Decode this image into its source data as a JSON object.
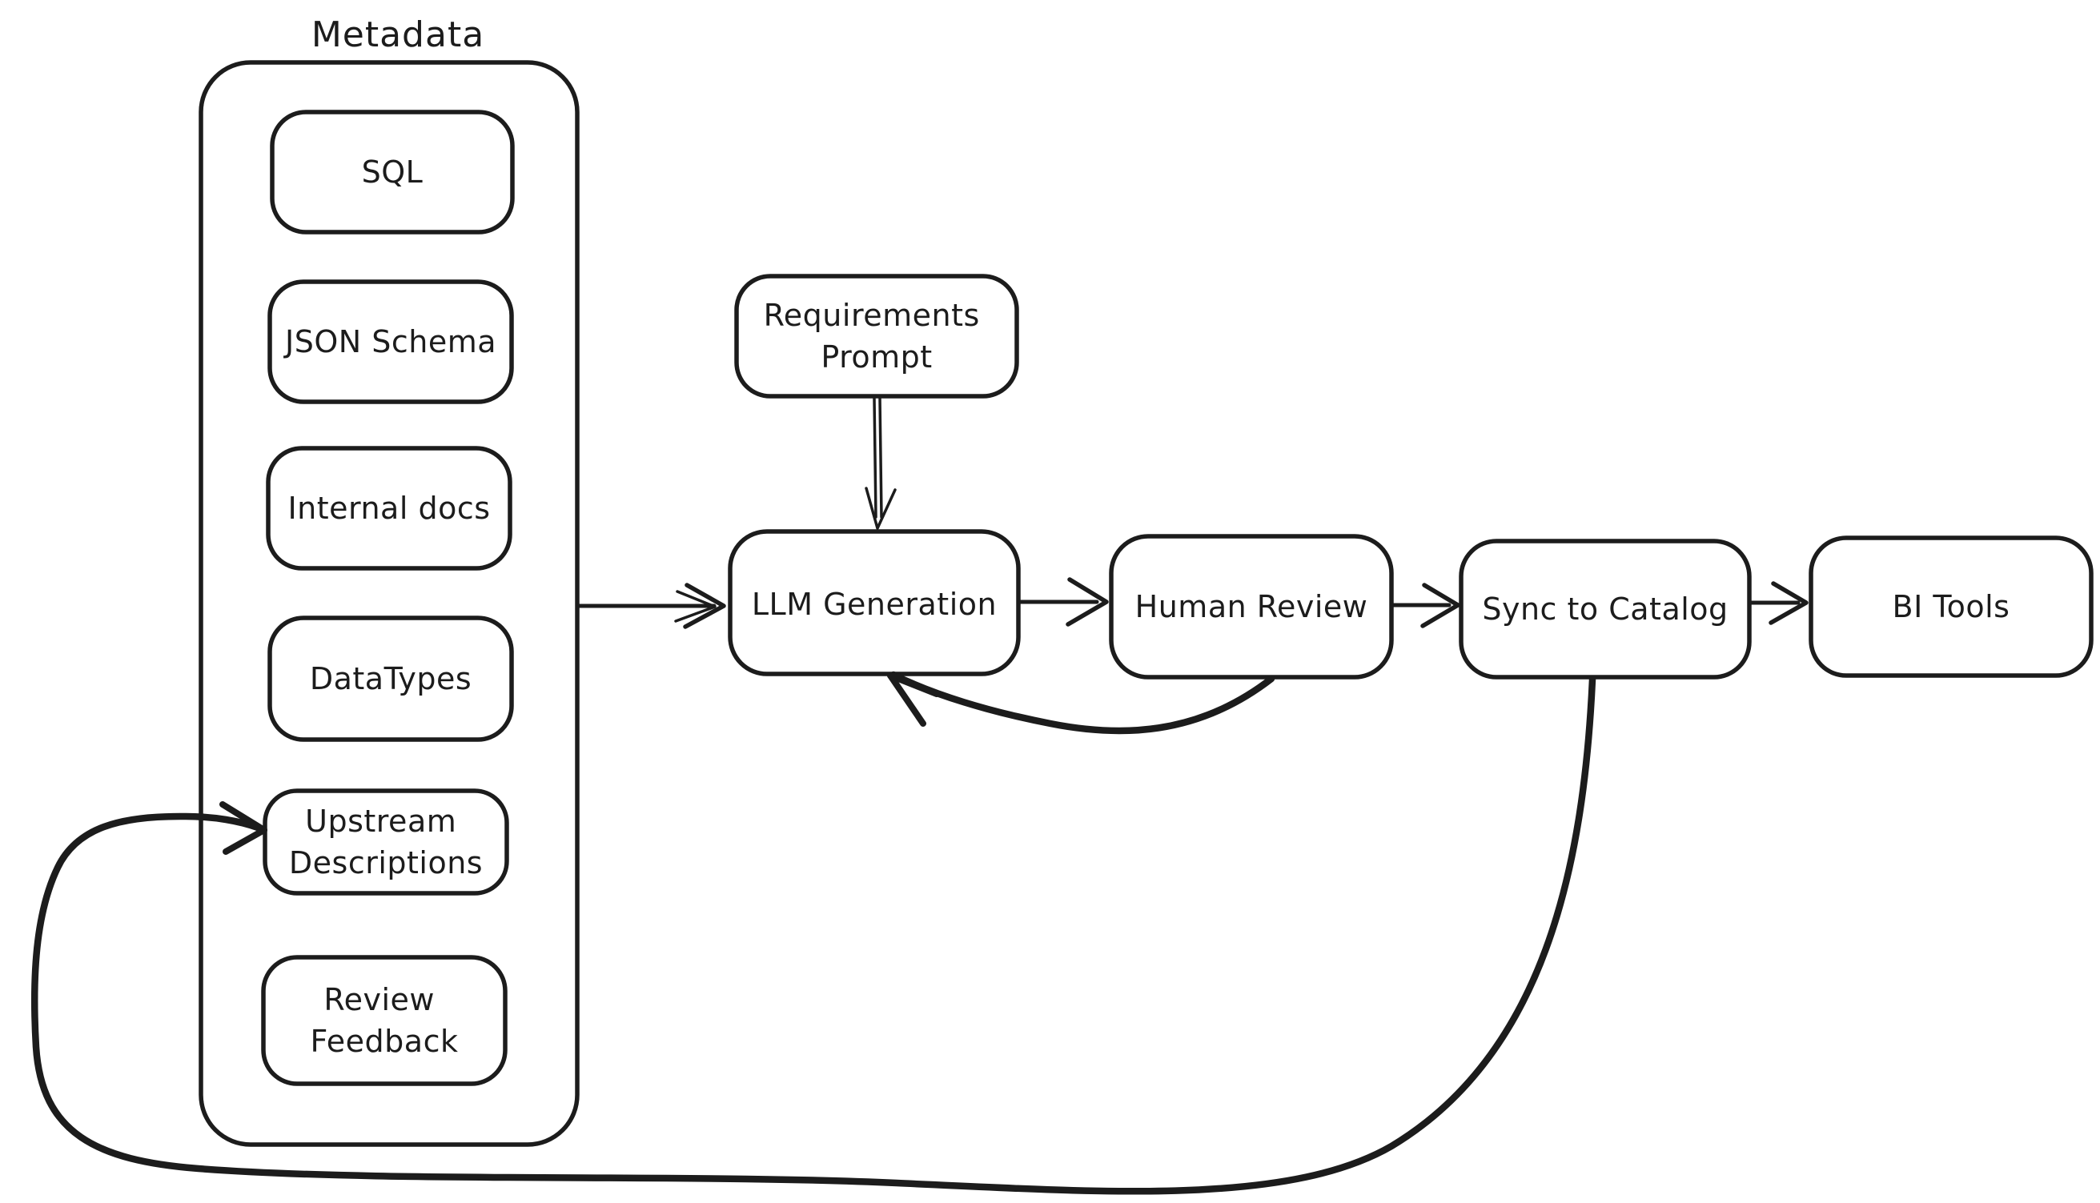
{
  "diagram": {
    "background_color": "#ffffff",
    "ink_color": "#1c1c1c",
    "style": "hand-drawn flowchart",
    "group": {
      "label": "Metadata"
    },
    "metadata_sources": {
      "sql": "SQL",
      "json_schema": "JSON Schema",
      "internal_docs": "Internal docs",
      "datatypes": "DataTypes",
      "upstream_line1": "Upstream",
      "upstream_line2": "Descriptions",
      "review_line1": "Review",
      "review_line2": "Feedback"
    },
    "pipeline": {
      "requirements_line1": "Requirements",
      "requirements_line2": "Prompt",
      "llm_generation": "LLM Generation",
      "human_review": "Human Review",
      "sync_to_catalog": "Sync to Catalog",
      "bi_tools": "BI Tools"
    },
    "edges": [
      {
        "from": "Requirements Prompt",
        "to": "LLM Generation",
        "type": "forward"
      },
      {
        "from": "Metadata",
        "to": "LLM Generation",
        "type": "forward"
      },
      {
        "from": "LLM Generation",
        "to": "Human Review",
        "type": "forward"
      },
      {
        "from": "Human Review",
        "to": "LLM Generation",
        "type": "feedback"
      },
      {
        "from": "Human Review",
        "to": "Sync to Catalog",
        "type": "forward"
      },
      {
        "from": "Sync to Catalog",
        "to": "BI Tools",
        "type": "forward"
      },
      {
        "from": "Sync to Catalog",
        "to": "Upstream Descriptions",
        "type": "feedback"
      }
    ]
  }
}
